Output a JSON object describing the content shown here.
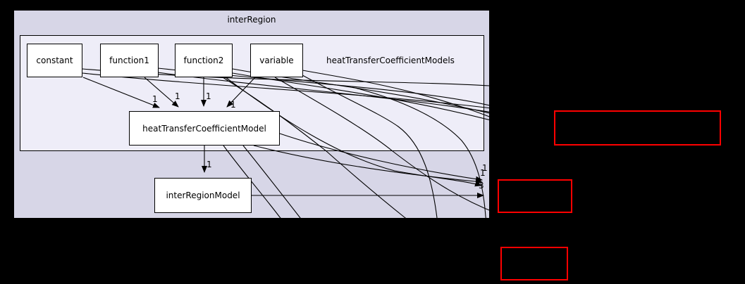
{
  "diagram": {
    "clusters": {
      "outer": {
        "label": "interRegion"
      },
      "inner": {
        "label": "heatTransferCoefficientModels"
      }
    },
    "nodes": {
      "constant": {
        "label": "constant"
      },
      "function1": {
        "label": "function1"
      },
      "function2": {
        "label": "function2"
      },
      "variable": {
        "label": "variable"
      },
      "heat_transfer_coefficient_model": {
        "label": "heatTransferCoefficientModel"
      },
      "inter_region_model": {
        "label": "interRegionModel"
      }
    },
    "external_nodes": {
      "count": 3,
      "note_visible_text": ""
    },
    "edge_labels": {
      "constant_to_model": "1",
      "function1_to_model": "1",
      "function2_to_model": "1",
      "variable_to_model": "1",
      "model_to_inter_region_model": "1",
      "to_external_a": "1",
      "to_external_b": "1",
      "to_external_c": "3"
    },
    "colors": {
      "background": "#000000",
      "outer_cluster_fill": "#d7d6e7",
      "inner_cluster_fill": "#eeedf8",
      "node_fill": "#ffffff",
      "node_border": "#000000",
      "edge": "#000000",
      "external_node_border": "#ff0000",
      "external_node_fill": "#000000"
    }
  }
}
